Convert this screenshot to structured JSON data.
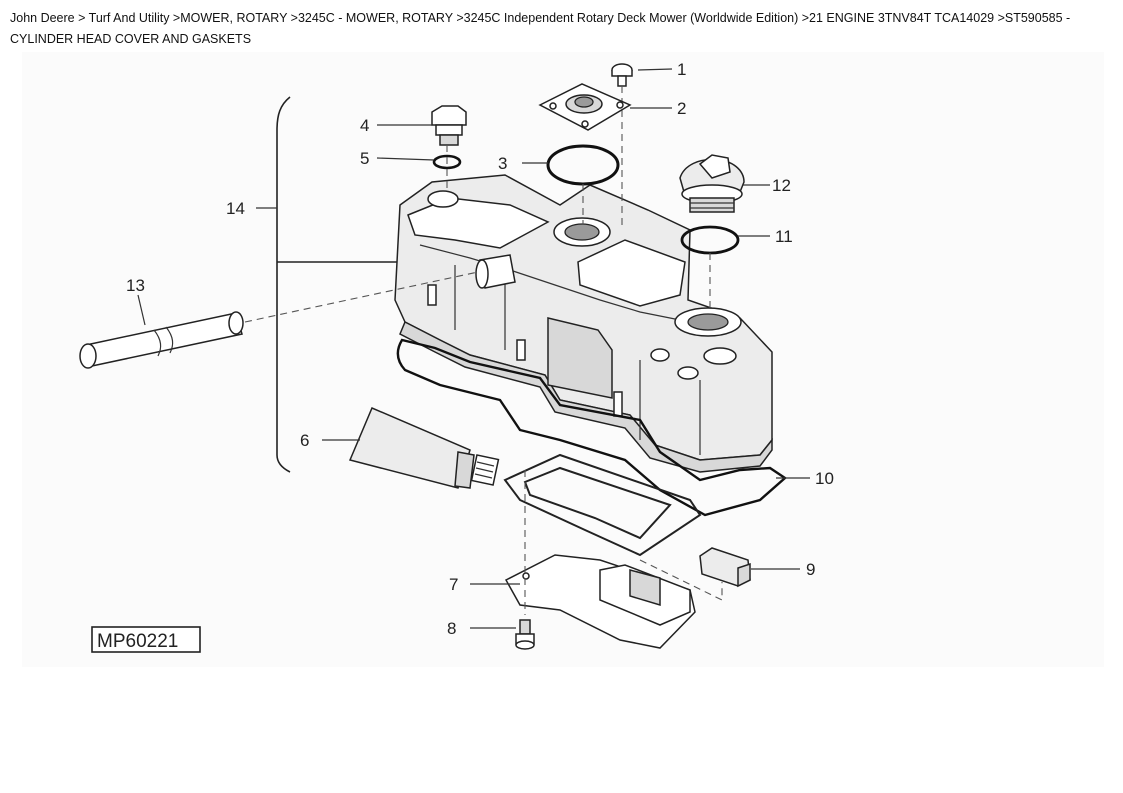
{
  "breadcrumb": {
    "text": "John Deere > Turf And Utility >MOWER, ROTARY >3245C - MOWER, ROTARY >3245C Independent Rotary Deck Mower (Worldwide Edition) >21 ENGINE 3TNV84T TCA14029 >ST590585 - CYLINDER HEAD COVER AND GASKETS"
  },
  "diagram": {
    "figure_id": "MP60221",
    "callouts": [
      "1",
      "2",
      "3",
      "4",
      "5",
      "6",
      "7",
      "8",
      "9",
      "10",
      "11",
      "12",
      "13",
      "14"
    ]
  }
}
